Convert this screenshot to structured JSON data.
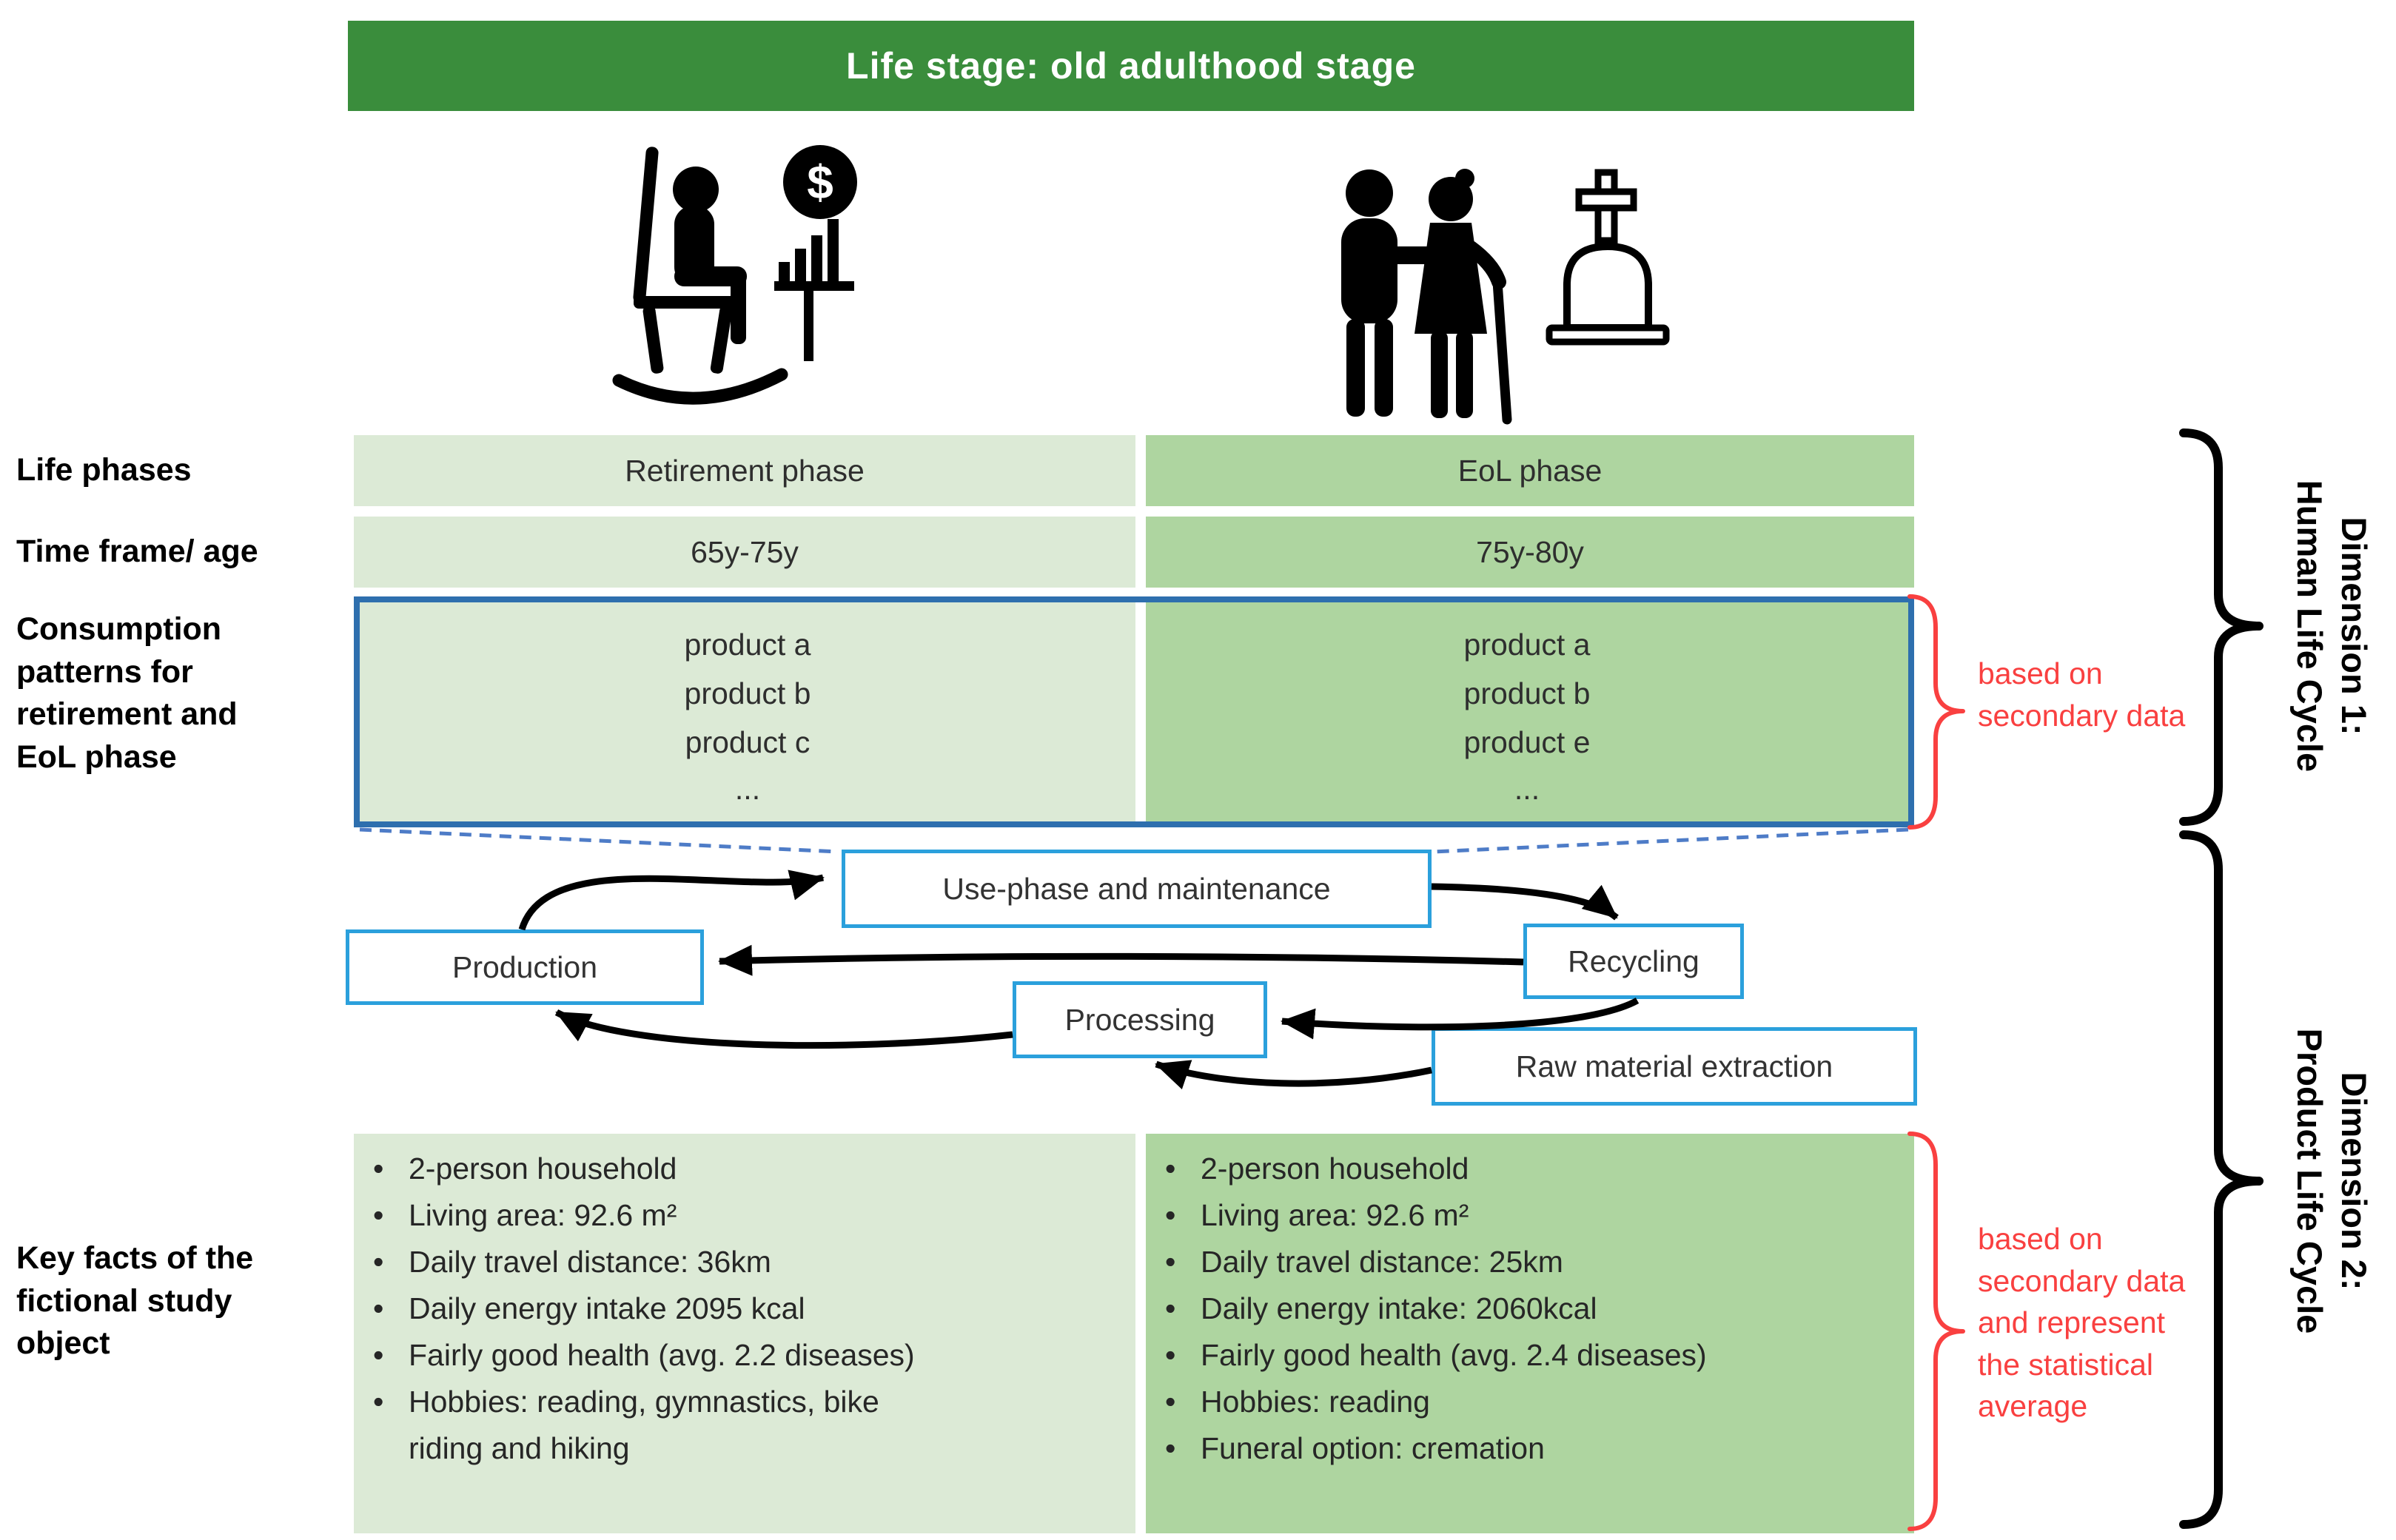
{
  "banner": {
    "title": "Life stage: old adulthood stage"
  },
  "rows": {
    "life_phases": {
      "label": "Life phases",
      "retirement": "Retirement phase",
      "eol": "EoL phase"
    },
    "time_frame": {
      "label": "Time frame/ age",
      "retirement": "65y-75y",
      "eol": "75y-80y"
    },
    "consumption": {
      "label": "Consumption patterns for retirement and EoL phase",
      "retirement_products": [
        "product a",
        "product b",
        "product c",
        "..."
      ],
      "eol_products": [
        "product a",
        "product b",
        "product e",
        "..."
      ]
    }
  },
  "lifecycle": {
    "use_phase": "Use-phase and maintenance",
    "production": "Production",
    "recycling": "Recycling",
    "processing": "Processing",
    "raw_material": "Raw material extraction"
  },
  "key_facts": {
    "label": "Key facts of the fictional study object",
    "retirement": [
      "2-person household",
      "Living area: 92.6 m²",
      "Daily travel distance: 36km",
      "Daily energy intake 2095 kcal",
      "Fairly good health (avg. 2.2 diseases)",
      "Hobbies: reading, gymnastics, bike riding and hiking"
    ],
    "eol": [
      "2-person household",
      "Living area: 92.6 m²",
      "Daily travel distance: 25km",
      "Daily energy intake: 2060kcal",
      "Fairly good health (avg. 2.4 diseases)",
      "Hobbies: reading",
      "Funeral option: cremation"
    ]
  },
  "notes": {
    "consumption": "based on secondary data",
    "key_facts": "based on secondary data and represent the statistical average"
  },
  "dimensions": {
    "d1": {
      "line1": "Dimension 1:",
      "line2": "Human Life Cycle"
    },
    "d2": {
      "line1": "Dimension 2:",
      "line2": "Product Life Cycle"
    }
  },
  "icons": {
    "retirement": "rocking-chair-person-with-dollar-and-chart",
    "eol": "elderly-couple-with-gravestone"
  },
  "colors": {
    "banner_green": "#3a8d3c",
    "light_green": "#dcead6",
    "dark_green": "#aed5a0",
    "consumption_border_blue": "#2e6fae",
    "flow_border_blue": "#2ba0dc",
    "dashed_blue": "#4e7cc7",
    "note_red": "#f94040",
    "ink_black": "#000000"
  }
}
